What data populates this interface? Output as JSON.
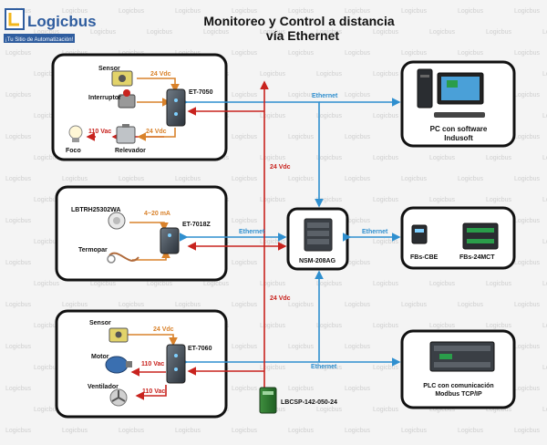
{
  "logo": {
    "brand": "Logicbus",
    "tagline": "¡Tu Sitio de Automatización!",
    "watermark": "Logicbus"
  },
  "title": {
    "line1": "Monitoreo y Control a distancia",
    "line2": "vía Ethernet"
  },
  "top_group": {
    "sensor": "Sensor",
    "interruptor": "Interruptor",
    "foco": "Foco",
    "relevador": "Relevador",
    "module": "ET-7050",
    "v24_a": "24 Vdc",
    "v24_b": "24 Vdc",
    "v110": "110 Vac"
  },
  "middle_group": {
    "sensor": "LBTRH25302WA",
    "termopar": "Termopar",
    "module": "ET-7018Z",
    "current": "4~20 mA"
  },
  "bottom_group": {
    "sensor": "Sensor",
    "motor": "Motor",
    "ventilador": "Ventilador",
    "module": "ET-7060",
    "v24": "24 Vdc",
    "v110_a": "110 Vac",
    "v110_b": "110 Vac"
  },
  "network": {
    "switch": "NSM-208AG",
    "eth_top": "Ethernet",
    "eth_mid_left": "Ethernet",
    "eth_mid_right": "Ethernet",
    "eth_bottom": "Ethernet",
    "v24_top": "24 Vdc",
    "v24_bottom": "24 Vdc",
    "psu": "LBCSP-142-050-24"
  },
  "pc_box": {
    "line1": "PC con software",
    "line2": "Indusoft"
  },
  "fb_box": {
    "fbs_cbe": "FBs-CBE",
    "fbs_24mct": "FBs-24MCT"
  },
  "plc_box": {
    "line1": "PLC con comunicación",
    "line2": "Modbus TCP/IP"
  },
  "colors": {
    "ethernet": "#2f8fcf",
    "power": "#c8231e",
    "signal": "#d9822b",
    "box_border": "#111111"
  }
}
